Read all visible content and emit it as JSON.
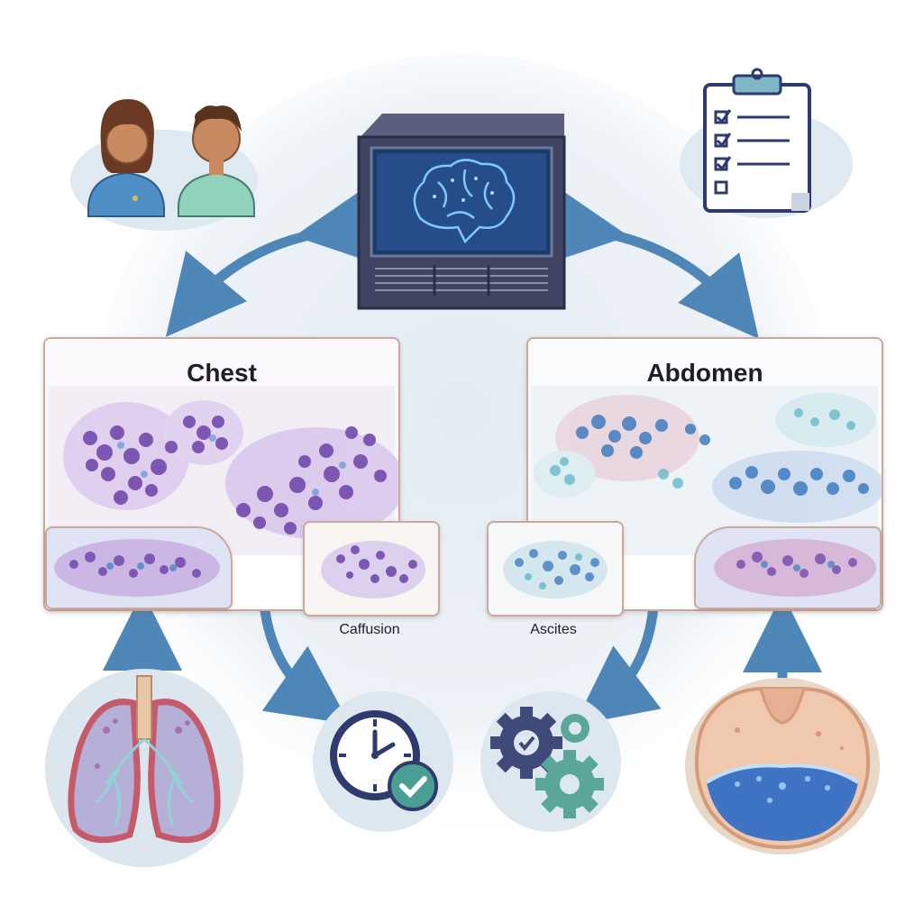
{
  "panels": {
    "left": {
      "title": "Chest",
      "caption": "Caffusion"
    },
    "right": {
      "title": "Abdomen",
      "caption": "Ascites"
    }
  },
  "icons": {
    "people": "two-people-icon",
    "server": "ai-brain-server-icon",
    "checklist": "clipboard-checklist-icon",
    "lungs": "lungs-icon",
    "clock": "clock-check-icon",
    "gears": "gears-icon",
    "abdomen": "abdomen-fluid-icon"
  },
  "colors": {
    "arrow": "#4f86b8",
    "chest_cells": "#7b4fb8",
    "abdomen_cells": "#3e7cc0",
    "panel_border": "#c9a89d",
    "halo": "#e9f0f6"
  }
}
